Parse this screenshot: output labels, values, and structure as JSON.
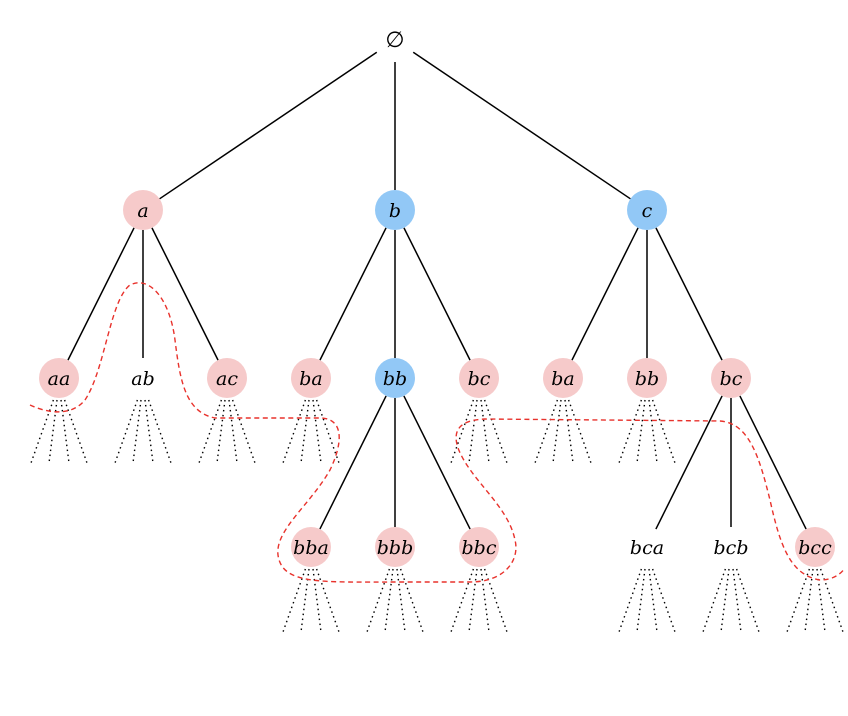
{
  "diagram": {
    "title": "",
    "colors": {
      "pink": "#f6caca",
      "blue": "#92c8f6",
      "frontier": "#e8322c",
      "edge": "#000000"
    },
    "nodes": [
      {
        "id": "root",
        "label": "∅",
        "color": "none"
      },
      {
        "id": "a",
        "label": "a",
        "color": "pink"
      },
      {
        "id": "b",
        "label": "b",
        "color": "blue"
      },
      {
        "id": "c",
        "label": "c",
        "color": "blue"
      },
      {
        "id": "aa",
        "label": "aa",
        "color": "pink"
      },
      {
        "id": "ab",
        "label": "ab",
        "color": "none"
      },
      {
        "id": "ac",
        "label": "ac",
        "color": "pink"
      },
      {
        "id": "ba",
        "label": "ba",
        "color": "pink"
      },
      {
        "id": "bb",
        "label": "bb",
        "color": "blue"
      },
      {
        "id": "bc",
        "label": "bc",
        "color": "pink"
      },
      {
        "id": "cba",
        "label": "ba",
        "color": "pink"
      },
      {
        "id": "cbb",
        "label": "bb",
        "color": "pink"
      },
      {
        "id": "cbc",
        "label": "bc",
        "color": "pink"
      },
      {
        "id": "bba",
        "label": "bba",
        "color": "pink"
      },
      {
        "id": "bbb",
        "label": "bbb",
        "color": "pink"
      },
      {
        "id": "bbc",
        "label": "bbc",
        "color": "pink"
      },
      {
        "id": "bca",
        "label": "bca",
        "color": "none"
      },
      {
        "id": "bcb",
        "label": "bcb",
        "color": "none"
      },
      {
        "id": "bcc",
        "label": "bcc",
        "color": "pink"
      }
    ],
    "edges": [
      [
        "root",
        "a"
      ],
      [
        "root",
        "b"
      ],
      [
        "root",
        "c"
      ],
      [
        "a",
        "aa"
      ],
      [
        "a",
        "ab"
      ],
      [
        "a",
        "ac"
      ],
      [
        "b",
        "ba"
      ],
      [
        "b",
        "bb"
      ],
      [
        "b",
        "bc"
      ],
      [
        "c",
        "cba"
      ],
      [
        "c",
        "cbb"
      ],
      [
        "c",
        "cbc"
      ],
      [
        "bb",
        "bba"
      ],
      [
        "bb",
        "bbb"
      ],
      [
        "bb",
        "bbc"
      ],
      [
        "cbc",
        "bca"
      ],
      [
        "cbc",
        "bcb"
      ],
      [
        "cbc",
        "bcc"
      ]
    ],
    "truncated_leaves": [
      "aa",
      "ab",
      "ac",
      "ba",
      "bc",
      "cba",
      "cbb",
      "bba",
      "bbb",
      "bbc",
      "bca",
      "bcb",
      "bcc"
    ]
  }
}
